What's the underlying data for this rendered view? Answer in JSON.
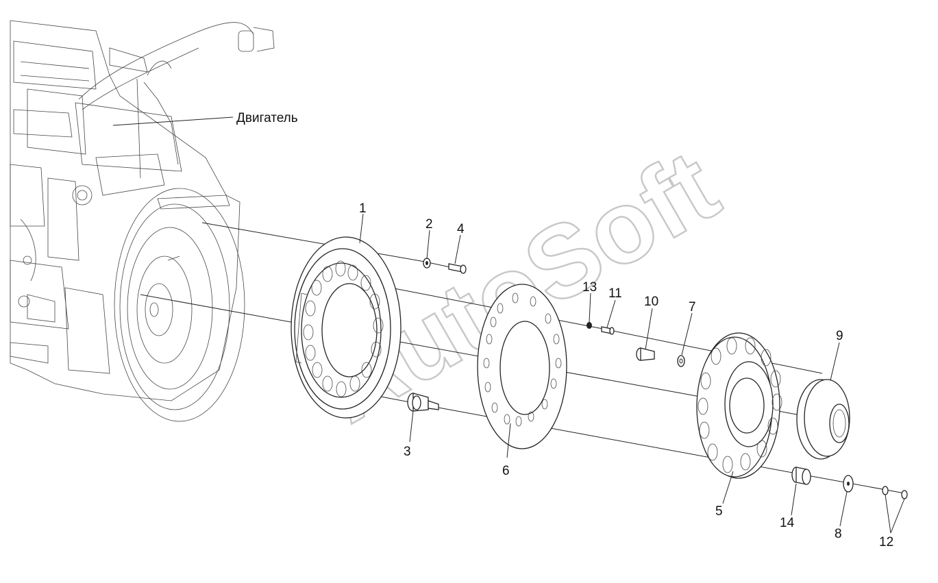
{
  "watermark": "AutoSoft",
  "engine_label": "Двигатель",
  "callouts": {
    "p1": "1",
    "p2": "2",
    "p3": "3",
    "p4": "4",
    "p5": "5",
    "p6": "6",
    "p7": "7",
    "p8": "8",
    "p9": "9",
    "p10": "10",
    "p11": "11",
    "p12": "12",
    "p13": "13",
    "p14": "14"
  }
}
